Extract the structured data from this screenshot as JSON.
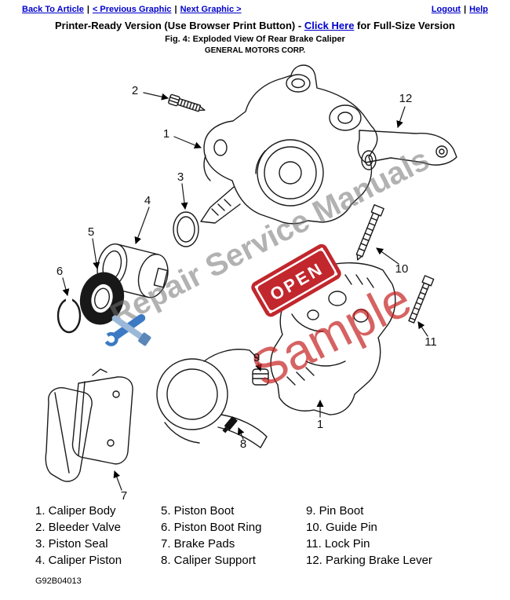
{
  "nav": {
    "back": "Back To Article",
    "prev": "< Previous Graphic",
    "next": "Next Graphic >",
    "logout": "Logout",
    "help": "Help",
    "sep": "|"
  },
  "header": {
    "printer_line_prefix": "Printer-Ready Version (Use Browser Print Button) - ",
    "printer_link": "Click Here",
    "printer_line_suffix": " for Full-Size Version",
    "fig_title": "Fig. 4: Exploded View Of Rear Brake Caliper",
    "company": "GENERAL MOTORS CORP."
  },
  "diagram": {
    "watermark_text": "Repair Service Manuals",
    "sample_text": "Sample",
    "open_text": "OPEN",
    "watermark_color": "#737373",
    "sample_color": "#c42020",
    "stamp_color": "#c1272d",
    "callouts": [
      {
        "label": "2"
      },
      {
        "label": "1"
      },
      {
        "label": "12"
      },
      {
        "label": "3"
      },
      {
        "label": "4"
      },
      {
        "label": "5"
      },
      {
        "label": "6"
      },
      {
        "label": "9"
      },
      {
        "label": "10"
      },
      {
        "label": "11"
      },
      {
        "label": "1"
      },
      {
        "label": "8"
      },
      {
        "label": "7"
      }
    ]
  },
  "legend": {
    "columns": [
      [
        "1. Caliper Body",
        "2. Bleeder Valve",
        "3. Piston Seal",
        "4. Caliper Piston"
      ],
      [
        "5. Piston Boot",
        "6. Piston Boot Ring",
        "7. Brake Pads",
        "8. Caliper Support"
      ],
      [
        "9. Pin Boot",
        "10. Guide Pin",
        "11. Lock Pin",
        "12. Parking Brake Lever"
      ]
    ]
  },
  "footer": {
    "code": "G92B04013"
  }
}
